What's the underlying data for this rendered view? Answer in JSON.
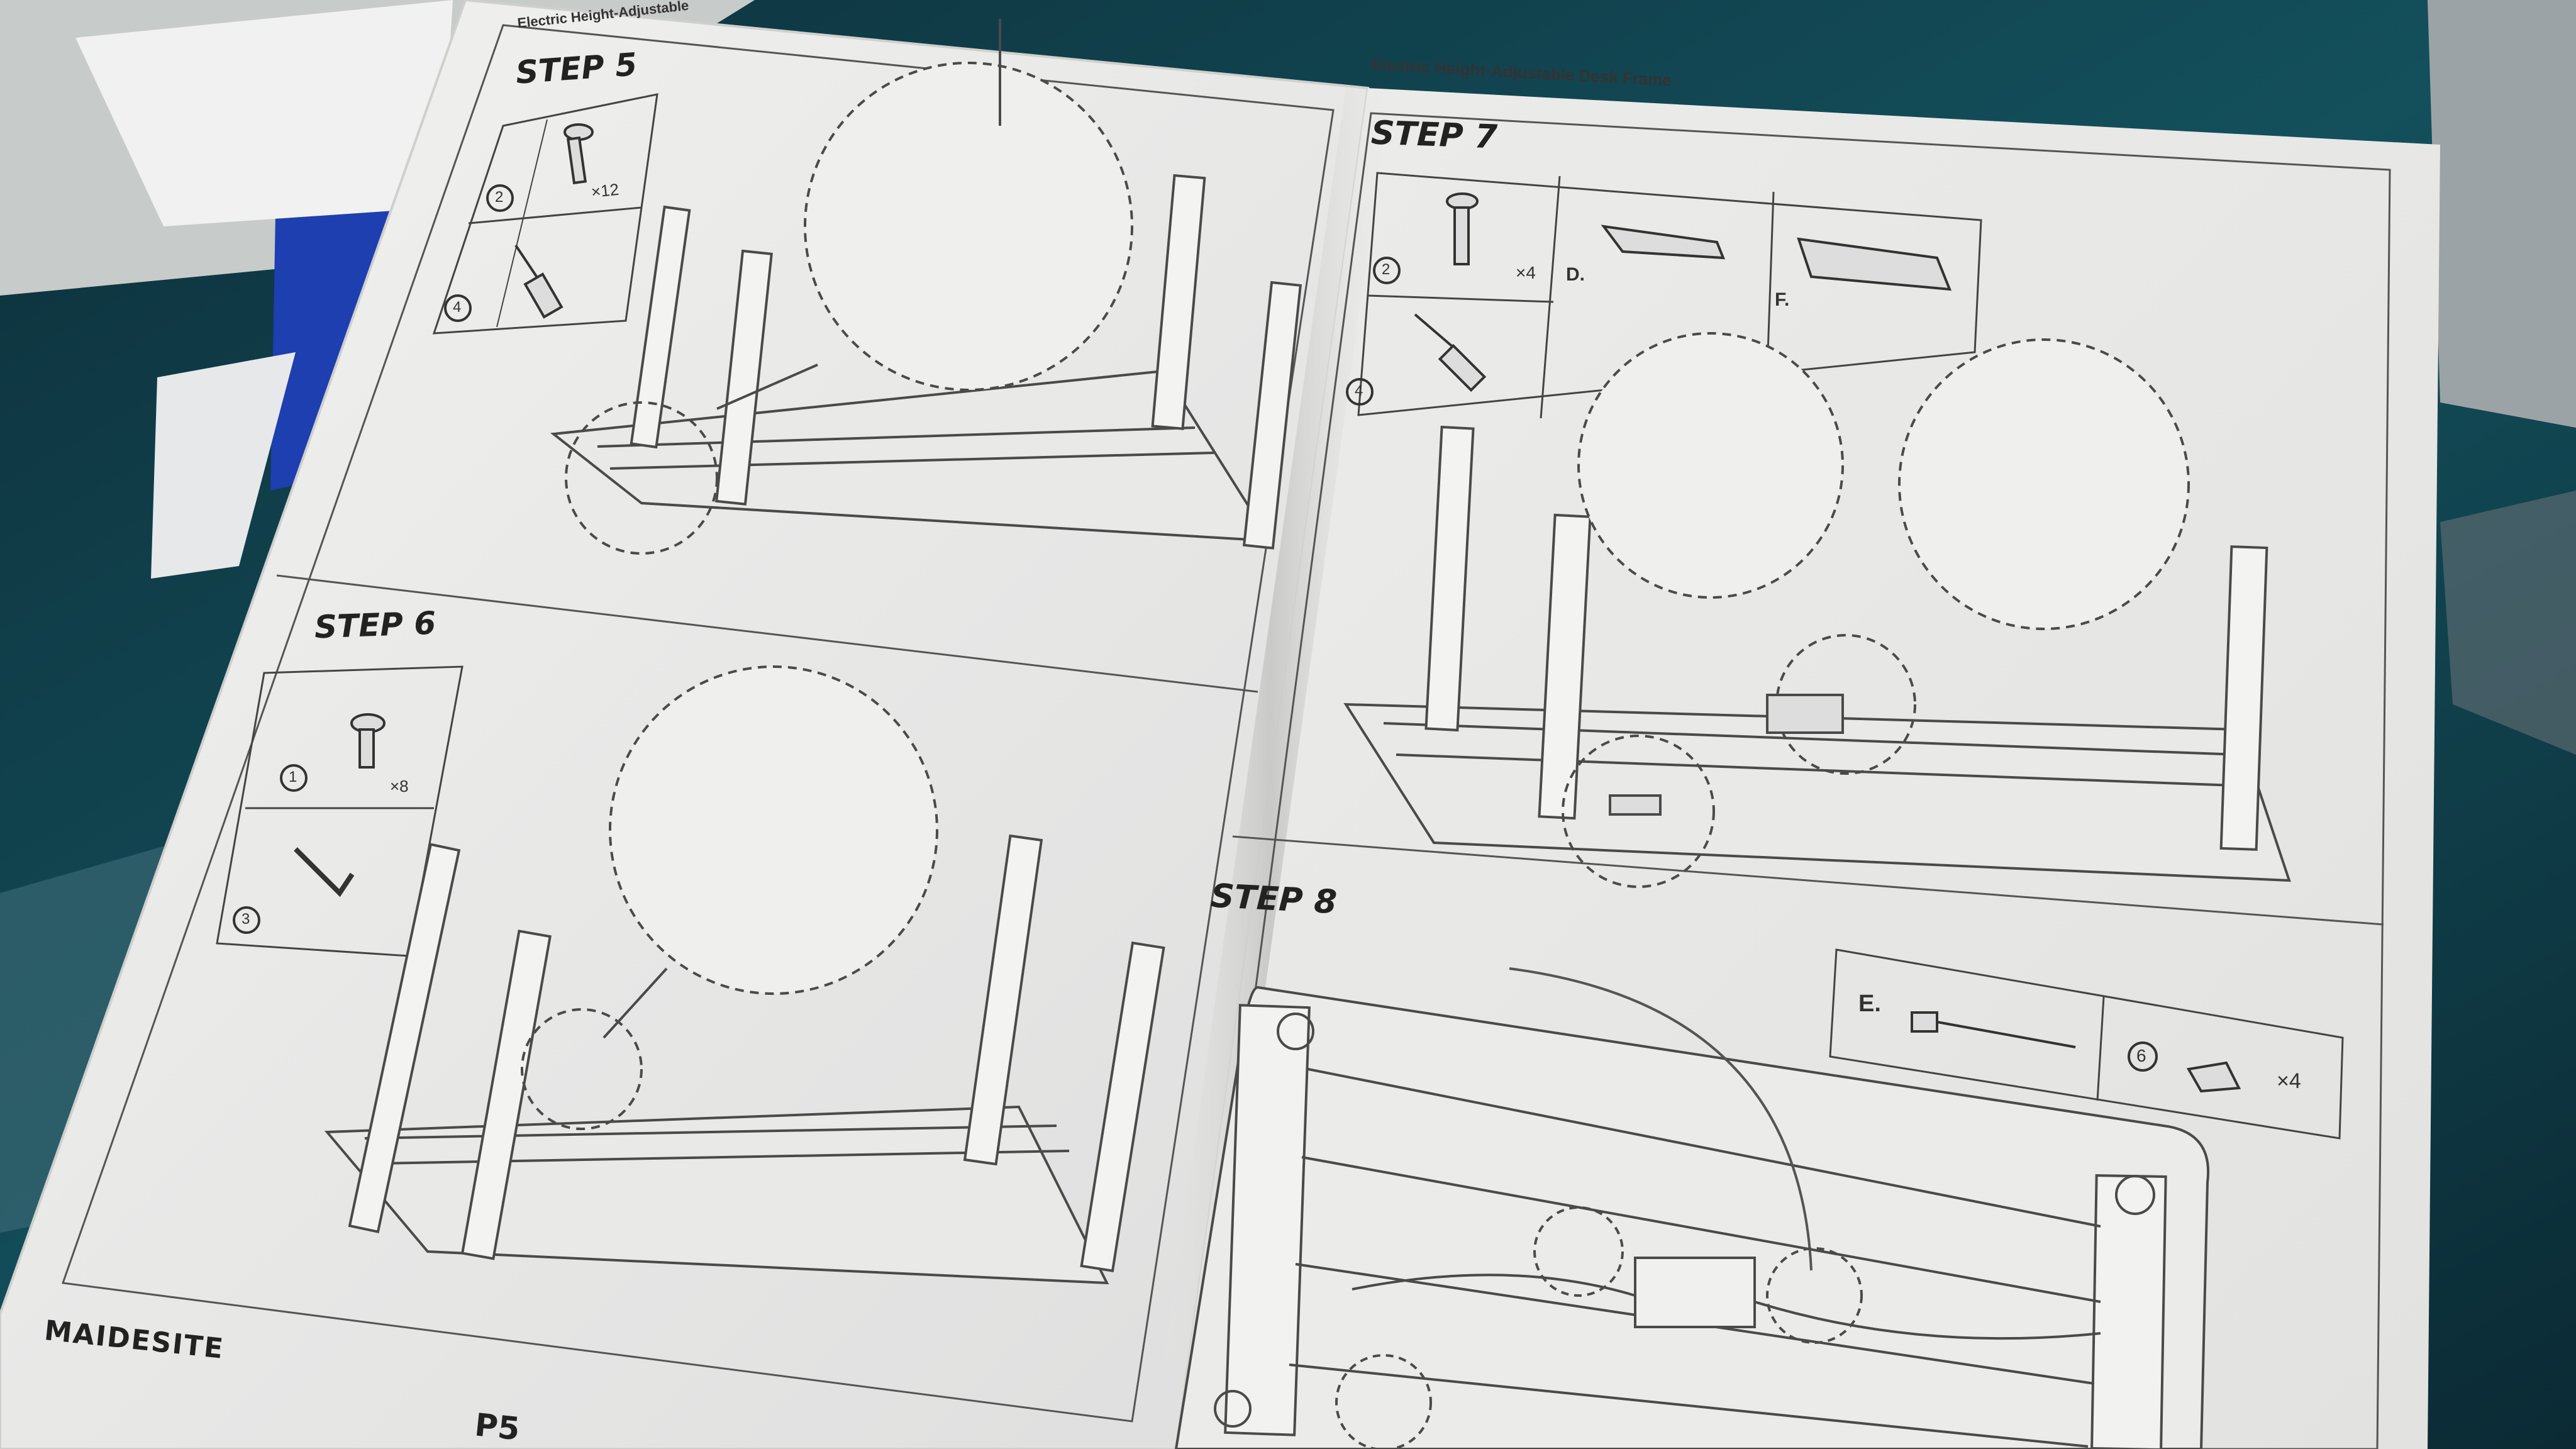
{
  "manual": {
    "left_page": {
      "header": "Electric Height-Adjustable",
      "brand": "MAIDESITE",
      "page_number": "P5",
      "step5": {
        "title": "STEP 5",
        "parts": [
          {
            "badge": "2",
            "qty": "×12",
            "icon": "screw-icon"
          },
          {
            "badge": "4",
            "icon": "screwdriver-icon"
          }
        ]
      },
      "step6": {
        "title": "STEP 6",
        "parts": [
          {
            "badge": "1",
            "qty": "×8",
            "icon": "bolt-icon"
          },
          {
            "badge": "3",
            "icon": "allen-key-icon"
          }
        ]
      }
    },
    "right_page": {
      "header": "Electric Height-Adjustable Desk Frame",
      "step7": {
        "title": "STEP 7",
        "parts": [
          {
            "badge": "2",
            "qty": "×4",
            "icon": "screw-icon"
          },
          {
            "letter": "D.",
            "icon": "bracket-icon"
          },
          {
            "letter": "F.",
            "icon": "control-box-icon"
          },
          {
            "badge": "4",
            "icon": "screwdriver-icon"
          }
        ]
      },
      "step8": {
        "title": "STEP 8",
        "parts": [
          {
            "letter": "E.",
            "icon": "power-cable-icon"
          },
          {
            "badge": "6",
            "qty": "×4",
            "icon": "cable-clip-icon"
          }
        ]
      }
    }
  },
  "colors": {
    "paper": "#eeeeec",
    "ink": "#3a3a3a",
    "mat": "#0f3a45",
    "folder": "#1d3fb0"
  }
}
